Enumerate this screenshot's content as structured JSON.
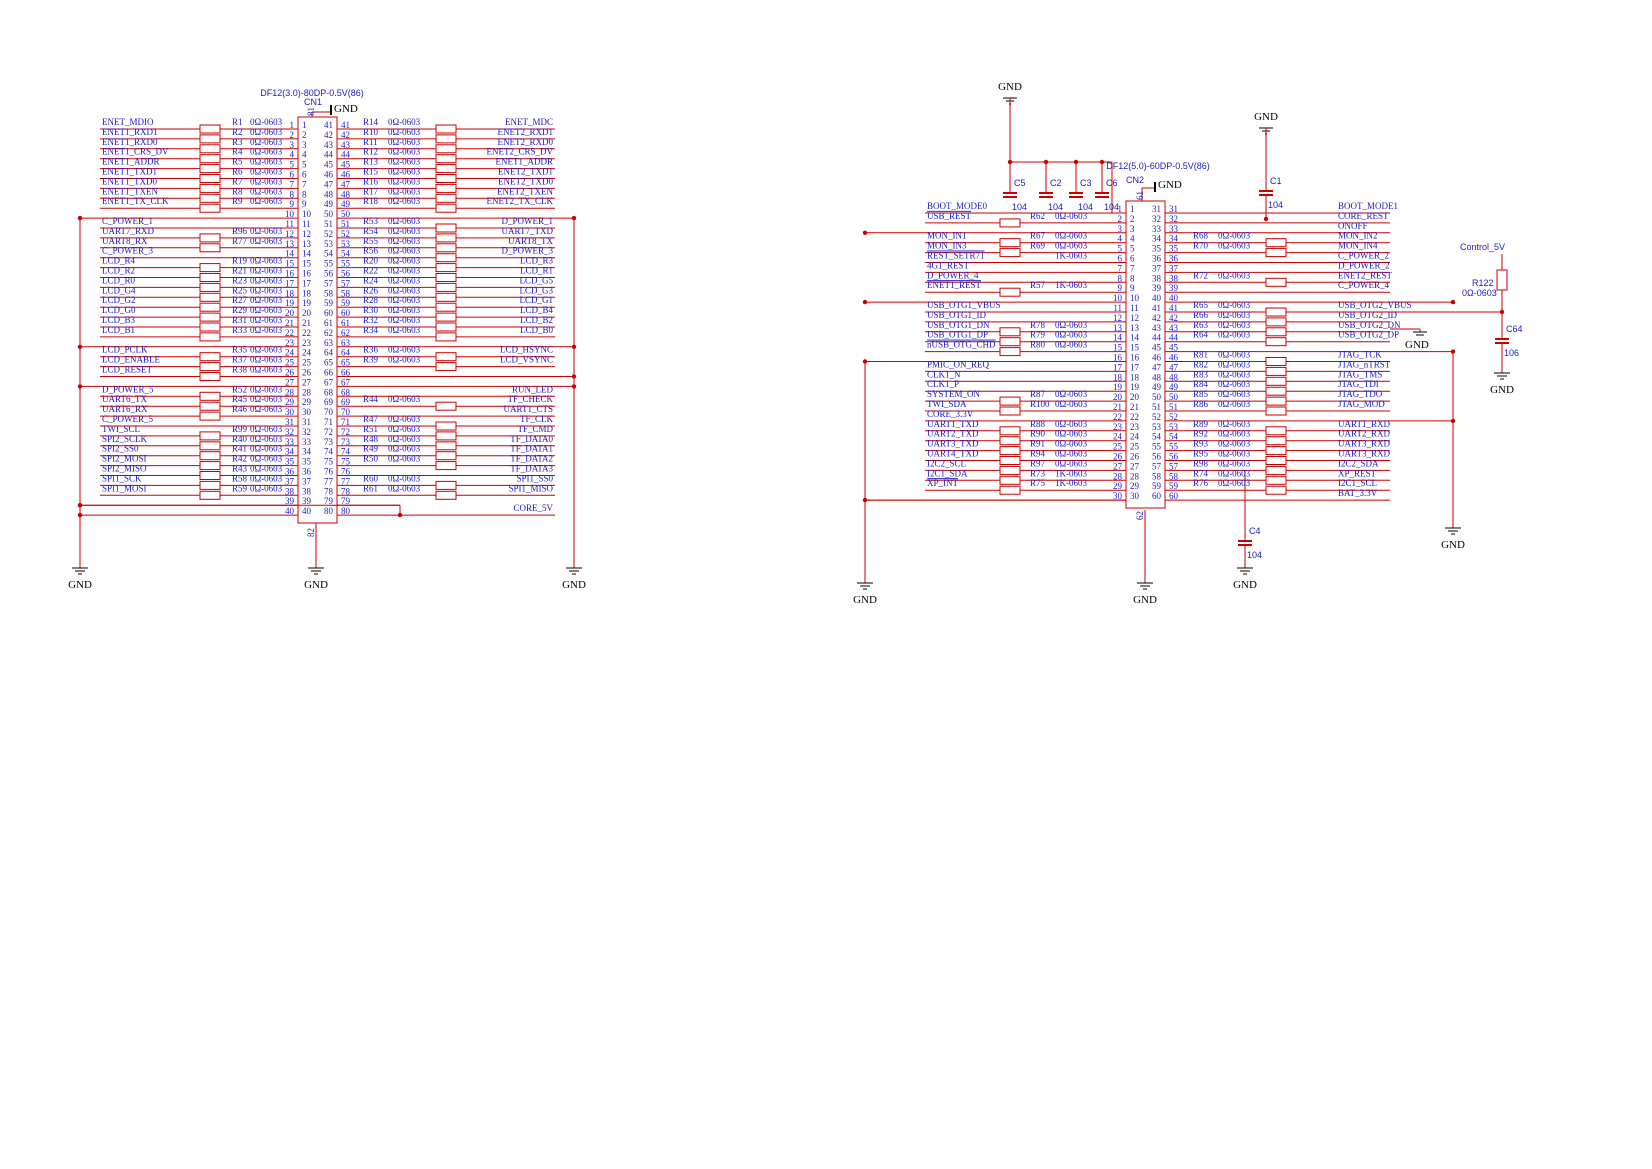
{
  "cn1": {
    "part": "DF12(3.0)-80DP-0.5V(86)",
    "ref": "CN1",
    "gnd_top": "GND",
    "shield_pins": [
      "81",
      "82"
    ],
    "left_rows": [
      {
        "net": "ENET_MDIO",
        "res": "R1",
        "val": "0Ω-0603",
        "pin": "1"
      },
      {
        "net": "ENET1_RXD1",
        "res": "R2",
        "val": "0Ω-0603",
        "pin": "2"
      },
      {
        "net": "ENET1_RXD0",
        "res": "R3",
        "val": "0Ω-0603",
        "pin": "3"
      },
      {
        "net": "ENET1_CRS_DV",
        "res": "R4",
        "val": "0Ω-0603",
        "pin": "4"
      },
      {
        "net": "ENET1_ADDR",
        "res": "R5",
        "val": "0Ω-0603",
        "pin": "5"
      },
      {
        "net": "ENET1_TXD1",
        "res": "R6",
        "val": "0Ω-0603",
        "pin": "6"
      },
      {
        "net": "ENET1_TXD0",
        "res": "R7",
        "val": "0Ω-0603",
        "pin": "7"
      },
      {
        "net": "ENET1_TXEN",
        "res": "R8",
        "val": "0Ω-0603",
        "pin": "8"
      },
      {
        "net": "ENET1_TX_CLK",
        "res": "R9",
        "val": "0Ω-0603",
        "pin": "9"
      },
      {
        "net": "",
        "res": "",
        "val": "",
        "pin": "10"
      },
      {
        "net": "C_POWER_1",
        "res": "",
        "val": "",
        "pin": "11"
      },
      {
        "net": "UART7_RXD",
        "res": "R96",
        "val": "0Ω-0603",
        "pin": "12"
      },
      {
        "net": "UART8_RX",
        "res": "R77",
        "val": "0Ω-0603",
        "pin": "13"
      },
      {
        "net": "C_POWER_3",
        "res": "",
        "val": "",
        "pin": "14"
      },
      {
        "net": "LCD_R4",
        "res": "R19",
        "val": "0Ω-0603",
        "pin": "15"
      },
      {
        "net": "LCD_R2",
        "res": "R21",
        "val": "0Ω-0603",
        "pin": "16"
      },
      {
        "net": "LCD_R0",
        "res": "R23",
        "val": "0Ω-0603",
        "pin": "17"
      },
      {
        "net": "LCD_G4",
        "res": "R25",
        "val": "0Ω-0603",
        "pin": "18"
      },
      {
        "net": "LCD_G2",
        "res": "R27",
        "val": "0Ω-0603",
        "pin": "19"
      },
      {
        "net": "LCD_G0",
        "res": "R29",
        "val": "0Ω-0603",
        "pin": "20"
      },
      {
        "net": "LCD_B3",
        "res": "R31",
        "val": "0Ω-0603",
        "pin": "21"
      },
      {
        "net": "LCD_B1",
        "res": "R33",
        "val": "0Ω-0603",
        "pin": "22"
      },
      {
        "net": "",
        "res": "",
        "val": "",
        "pin": "23"
      },
      {
        "net": "LCD_PCLK",
        "res": "R35",
        "val": "0Ω-0603",
        "pin": "24"
      },
      {
        "net": "LCD_ENABLE",
        "res": "R37",
        "val": "0Ω-0603",
        "pin": "25"
      },
      {
        "net": "LCD_RESET",
        "res": "R38",
        "val": "0Ω-0603",
        "pin": "26"
      },
      {
        "net": "",
        "res": "",
        "val": "",
        "pin": "27"
      },
      {
        "net": "D_POWER_5",
        "res": "R52",
        "val": "0Ω-0603",
        "pin": "28"
      },
      {
        "net": "UART6_TX",
        "res": "R45",
        "val": "0Ω-0603",
        "pin": "29"
      },
      {
        "net": "UART6_RX",
        "res": "R46",
        "val": "0Ω-0603",
        "pin": "30"
      },
      {
        "net": "C_POWER_5",
        "res": "",
        "val": "",
        "pin": "31"
      },
      {
        "net": "TWI_SCL",
        "res": "R99",
        "val": "0Ω-0603",
        "pin": "32"
      },
      {
        "net": "SPI2_SCLK",
        "res": "R40",
        "val": "0Ω-0603",
        "pin": "33"
      },
      {
        "net": "SPI2_SS0",
        "res": "R41",
        "val": "0Ω-0603",
        "pin": "34"
      },
      {
        "net": "SPI2_MOSI",
        "res": "R42",
        "val": "0Ω-0603",
        "pin": "35"
      },
      {
        "net": "SPI2_MISO",
        "res": "R43",
        "val": "0Ω-0603",
        "pin": "36"
      },
      {
        "net": "SPI1_SCK",
        "res": "R58",
        "val": "0Ω-0603",
        "pin": "37"
      },
      {
        "net": "SPI1_MOSI",
        "res": "R59",
        "val": "0Ω-0603",
        "pin": "38"
      },
      {
        "net": "",
        "res": "",
        "val": "",
        "pin": "39"
      },
      {
        "net": "",
        "res": "",
        "val": "",
        "pin": "40"
      }
    ],
    "right_rows": [
      {
        "net": "ENET_MDC",
        "res": "R14",
        "val": "0Ω-0603",
        "pin": "41"
      },
      {
        "net": "ENET2_RXD1",
        "res": "R10",
        "val": "0Ω-0603",
        "pin": "42"
      },
      {
        "net": "ENET2_RXD0",
        "res": "R11",
        "val": "0Ω-0603",
        "pin": "43"
      },
      {
        "net": "ENET2_CRS_DV",
        "res": "R12",
        "val": "0Ω-0603",
        "pin": "44"
      },
      {
        "net": "ENET1_ADDR",
        "res": "R13",
        "val": "0Ω-0603",
        "pin": "45"
      },
      {
        "net": "ENET2_TXD1",
        "res": "R15",
        "val": "0Ω-0603",
        "pin": "46"
      },
      {
        "net": "ENET2_TXD0",
        "res": "R16",
        "val": "0Ω-0603",
        "pin": "47"
      },
      {
        "net": "ENET2_TXEN",
        "res": "R17",
        "val": "0Ω-0603",
        "pin": "48"
      },
      {
        "net": "ENET2_TX_CLK",
        "res": "R18",
        "val": "0Ω-0603",
        "pin": "49"
      },
      {
        "net": "",
        "res": "",
        "val": "",
        "pin": "50"
      },
      {
        "net": "D_POWER_1",
        "res": "R53",
        "val": "0Ω-0603",
        "pin": "51"
      },
      {
        "net": "UART7_TXD",
        "res": "R54",
        "val": "0Ω-0603",
        "pin": "52"
      },
      {
        "net": "UART8_TX",
        "res": "R55",
        "val": "0Ω-0603",
        "pin": "53"
      },
      {
        "net": "D_POWER_3",
        "res": "R56",
        "val": "0Ω-0603",
        "pin": "54"
      },
      {
        "net": "LCD_R3",
        "res": "R20",
        "val": "0Ω-0603",
        "pin": "55"
      },
      {
        "net": "LCD_R1",
        "res": "R22",
        "val": "0Ω-0603",
        "pin": "56"
      },
      {
        "net": "LCD_G5",
        "res": "R24",
        "val": "0Ω-0603",
        "pin": "57"
      },
      {
        "net": "LCD_G3",
        "res": "R26",
        "val": "0Ω-0603",
        "pin": "58"
      },
      {
        "net": "LCD_G1",
        "res": "R28",
        "val": "0Ω-0603",
        "pin": "59"
      },
      {
        "net": "LCD_B4",
        "res": "R30",
        "val": "0Ω-0603",
        "pin": "60"
      },
      {
        "net": "LCD_B2",
        "res": "R32",
        "val": "0Ω-0603",
        "pin": "61"
      },
      {
        "net": "LCD_B0",
        "res": "R34",
        "val": "0Ω-0603",
        "pin": "62"
      },
      {
        "net": "",
        "res": "",
        "val": "",
        "pin": "63"
      },
      {
        "net": "LCD_HSYNC",
        "res": "R36",
        "val": "0Ω-0603",
        "pin": "64"
      },
      {
        "net": "LCD_VSYNC",
        "res": "R39",
        "val": "0Ω-0603",
        "pin": "65"
      },
      {
        "net": "",
        "res": "",
        "val": "",
        "pin": "66"
      },
      {
        "net": "",
        "res": "",
        "val": "",
        "pin": "67"
      },
      {
        "net": "RUN_LED",
        "res": "",
        "val": "",
        "pin": "68"
      },
      {
        "net": "TF_CHECK",
        "res": "R44",
        "val": "0Ω-0603",
        "pin": "69"
      },
      {
        "net": "UART1_CTS",
        "res": "",
        "val": "",
        "pin": "70"
      },
      {
        "net": "TF_CLK",
        "res": "R47",
        "val": "0Ω-0603",
        "pin": "71"
      },
      {
        "net": "TF_CMD",
        "res": "R51",
        "val": "0Ω-0603",
        "pin": "72"
      },
      {
        "net": "TF_DATA0",
        "res": "R48",
        "val": "0Ω-0603",
        "pin": "73"
      },
      {
        "net": "TF_DATA1",
        "res": "R49",
        "val": "0Ω-0603",
        "pin": "74"
      },
      {
        "net": "TF_DATA2",
        "res": "R50",
        "val": "0Ω-0603",
        "pin": "75"
      },
      {
        "net": "TF_DATA3",
        "res": "",
        "val": "",
        "pin": "76"
      },
      {
        "net": "SPI1_SS0",
        "res": "R60",
        "val": "0Ω-0603",
        "pin": "77"
      },
      {
        "net": "SPI1_MISO",
        "res": "R61",
        "val": "0Ω-0603",
        "pin": "78"
      },
      {
        "net": "",
        "res": "",
        "val": "",
        "pin": "79"
      },
      {
        "net": "CORE_5V",
        "res": "",
        "val": "",
        "pin": "80"
      }
    ],
    "gnd_labels": [
      "GND",
      "GND",
      "GND"
    ]
  },
  "cn2": {
    "part": "DF12(5.0)-60DP-0.5V(86)",
    "ref": "CN2",
    "gnd_top": "GND",
    "shield_pins": [
      "61",
      "62"
    ],
    "left_rows": [
      {
        "net": "BOOT_MODE0",
        "res": "",
        "val": "",
        "pin": "1"
      },
      {
        "net": "USB_REST",
        "res": "R62",
        "val": "0Ω-0603",
        "pin": "2"
      },
      {
        "net": "",
        "res": "",
        "val": "",
        "pin": "3"
      },
      {
        "net": "MON_IN1",
        "res": "R67",
        "val": "0Ω-0603",
        "pin": "4"
      },
      {
        "net": "MON_IN3",
        "res": "R69",
        "val": "0Ω-0603",
        "pin": "5"
      },
      {
        "net": "REST_SETR71",
        "res": "",
        "val": "1K-0603",
        "pin": "6"
      },
      {
        "net": "4G1_REST",
        "res": "",
        "val": "",
        "pin": "7"
      },
      {
        "net": "D_POWER_4",
        "res": "",
        "val": "",
        "pin": "8"
      },
      {
        "net": "ENET1_REST",
        "res": "R57",
        "val": "1K-0603",
        "pin": "9"
      },
      {
        "net": "",
        "res": "",
        "val": "",
        "pin": "10"
      },
      {
        "net": "USB_OTG1_VBUS",
        "res": "",
        "val": "",
        "pin": "11"
      },
      {
        "net": "USB_OTG1_ID",
        "res": "",
        "val": "",
        "pin": "12"
      },
      {
        "net": "USB_OTG1_DN",
        "res": "R78",
        "val": "0Ω-0603",
        "pin": "13"
      },
      {
        "net": "USB_OTG1_DP",
        "res": "R79",
        "val": "0Ω-0603",
        "pin": "14"
      },
      {
        "net": "nUSB_OTG_CHD",
        "res": "R80",
        "val": "0Ω-0603",
        "pin": "15"
      },
      {
        "net": "",
        "res": "",
        "val": "",
        "pin": "16"
      },
      {
        "net": "PMIC_ON_REQ",
        "res": "",
        "val": "",
        "pin": "17"
      },
      {
        "net": "CLK1_N",
        "res": "",
        "val": "",
        "pin": "18"
      },
      {
        "net": "CLK1_P",
        "res": "",
        "val": "",
        "pin": "19"
      },
      {
        "net": "SYSTEM_ON",
        "res": "R87",
        "val": "0Ω-0603",
        "pin": "20"
      },
      {
        "net": "TWI_SDA",
        "res": "R100",
        "val": "0Ω-0603",
        "pin": "21"
      },
      {
        "net": "CORE_3.3V",
        "res": "",
        "val": "",
        "pin": "22"
      },
      {
        "net": "UART1_TXD",
        "res": "R88",
        "val": "0Ω-0603",
        "pin": "23"
      },
      {
        "net": "UART2_TXD",
        "res": "R90",
        "val": "0Ω-0603",
        "pin": "24"
      },
      {
        "net": "UART3_TXD",
        "res": "R91",
        "val": "0Ω-0603",
        "pin": "25"
      },
      {
        "net": "UART4_TXD",
        "res": "R94",
        "val": "0Ω-0603",
        "pin": "26"
      },
      {
        "net": "I2C2_SCL",
        "res": "R97",
        "val": "0Ω-0603",
        "pin": "27"
      },
      {
        "net": "I2C1_SDA",
        "res": "R73",
        "val": "1K-0603",
        "pin": "28"
      },
      {
        "net": "XP_INT",
        "res": "R75",
        "val": "1K-0603",
        "pin": "29"
      },
      {
        "net": "",
        "res": "",
        "val": "",
        "pin": "30"
      }
    ],
    "right_rows": [
      {
        "net": "BOOT_MODE1",
        "res": "",
        "val": "",
        "pin": "31"
      },
      {
        "net": "CORE_REST",
        "res": "",
        "val": "",
        "pin": "32"
      },
      {
        "net": "ONOFF",
        "res": "",
        "val": "",
        "pin": "33"
      },
      {
        "net": "MON_IN2",
        "res": "R68",
        "val": "0Ω-0603",
        "pin": "34"
      },
      {
        "net": "MON_IN4",
        "res": "R70",
        "val": "0Ω-0603",
        "pin": "35"
      },
      {
        "net": "C_POWER_2",
        "res": "",
        "val": "",
        "pin": "36"
      },
      {
        "net": "D_POWER_2",
        "res": "",
        "val": "",
        "pin": "37"
      },
      {
        "net": "ENET2_REST",
        "res": "R72",
        "val": "0Ω-0603",
        "pin": "38"
      },
      {
        "net": "C_POWER_4",
        "res": "",
        "val": "",
        "pin": "39"
      },
      {
        "net": "",
        "res": "",
        "val": "",
        "pin": "40"
      },
      {
        "net": "USB_OTG2_VBUS",
        "res": "R65",
        "val": "0Ω-0603",
        "pin": "41"
      },
      {
        "net": "USB_OTG2_ID",
        "res": "R66",
        "val": "0Ω-0603",
        "pin": "42"
      },
      {
        "net": "USB_OTG2_DN",
        "res": "R63",
        "val": "0Ω-0603",
        "pin": "43"
      },
      {
        "net": "USB_OTG2_DP",
        "res": "R64",
        "val": "0Ω-0603",
        "pin": "44"
      },
      {
        "net": "",
        "res": "",
        "val": "",
        "pin": "45"
      },
      {
        "net": "JTAG_TCK",
        "res": "R81",
        "val": "0Ω-0603",
        "pin": "46"
      },
      {
        "net": "JTAG_nTRST",
        "res": "R82",
        "val": "0Ω-0603",
        "pin": "47"
      },
      {
        "net": "JTAG_TMS",
        "res": "R83",
        "val": "0Ω-0603",
        "pin": "48"
      },
      {
        "net": "JTAG_TDI",
        "res": "R84",
        "val": "0Ω-0603",
        "pin": "49"
      },
      {
        "net": "JTAG_TDO",
        "res": "R85",
        "val": "0Ω-0603",
        "pin": "50"
      },
      {
        "net": "JTAG_MOD",
        "res": "R86",
        "val": "0Ω-0603",
        "pin": "51"
      },
      {
        "net": "",
        "res": "",
        "val": "",
        "pin": "52"
      },
      {
        "net": "UART1_RXD",
        "res": "R89",
        "val": "0Ω-0603",
        "pin": "53"
      },
      {
        "net": "UART2_RXD",
        "res": "R92",
        "val": "0Ω-0603",
        "pin": "54"
      },
      {
        "net": "UART3_RXD",
        "res": "R93",
        "val": "0Ω-0603",
        "pin": "55"
      },
      {
        "net": "UART3_RXD",
        "res": "R95",
        "val": "0Ω-0603",
        "pin": "56"
      },
      {
        "net": "I2C2_SDA",
        "res": "R98",
        "val": "0Ω-0603",
        "pin": "57"
      },
      {
        "net": "XP_REST",
        "res": "R74",
        "val": "0Ω-0603",
        "pin": "58"
      },
      {
        "net": "I2C1_SCL",
        "res": "R76",
        "val": "0Ω-0603",
        "pin": "59"
      },
      {
        "net": "BAT_3.3V",
        "res": "",
        "val": "",
        "pin": "60"
      }
    ],
    "caps": [
      {
        "ref": "C5",
        "val": "104"
      },
      {
        "ref": "C2",
        "val": "104"
      },
      {
        "ref": "C3",
        "val": "104"
      },
      {
        "ref": "C6",
        "val": "104"
      }
    ],
    "cap_c1": {
      "ref": "C1",
      "val": "104"
    },
    "cap_c4": {
      "ref": "C4",
      "val": "104"
    },
    "control_net": "Control_5V",
    "r122": {
      "ref": "R122",
      "val": "0Ω-0603"
    },
    "c64": {
      "ref": "C64",
      "val": "106"
    },
    "gnd_labels": [
      "GND",
      "GND",
      "GND",
      "GND",
      "GND",
      "GND",
      "GND",
      "GND"
    ]
  },
  "colors": {
    "wire": "#cc0000",
    "text": "#1a1ac8",
    "pin": "#1a1ac8",
    "gnd": "#000000"
  }
}
